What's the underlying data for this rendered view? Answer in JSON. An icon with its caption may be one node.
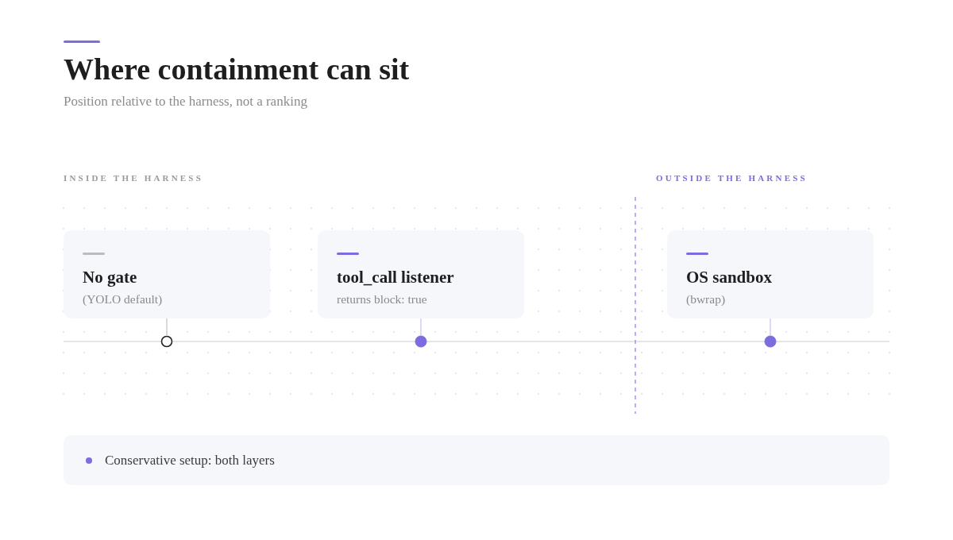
{
  "diagram": {
    "title": "Where containment can sit",
    "nodes": [
      {
        "text": [
          "No gate",
          "(YOLO default)"
        ]
      },
      {
        "text": [
          "tool_call listener",
          "returns block: true"
        ]
      },
      {
        "text": [
          "OS sandbox",
          "(bwrap)"
        ]
      },
      {
        "text": [],
        "shape": "circle"
      },
      {
        "text": [],
        "shape": "circle"
      },
      {
        "text": [],
        "shape": "circle"
      }
    ],
    "edges": [
      {
        "from": 0,
        "to": 3,
        "arrow": "none",
        "color": "#cccccc"
      },
      {
        "from": 1,
        "to": 4,
        "arrow": "none"
      },
      {
        "from": 2,
        "to": 5,
        "arrow": "none"
      }
    ],
    "labels": [
      "Position relative to the harness, not a ranking",
      "INSIDE THE HARNESS",
      "OUTSIDE THE HARNESS"
    ],
    "legend": [
      {
        "text": "Conservative setup: both layers",
        "color": "#7b6ce0"
      }
    ]
  }
}
